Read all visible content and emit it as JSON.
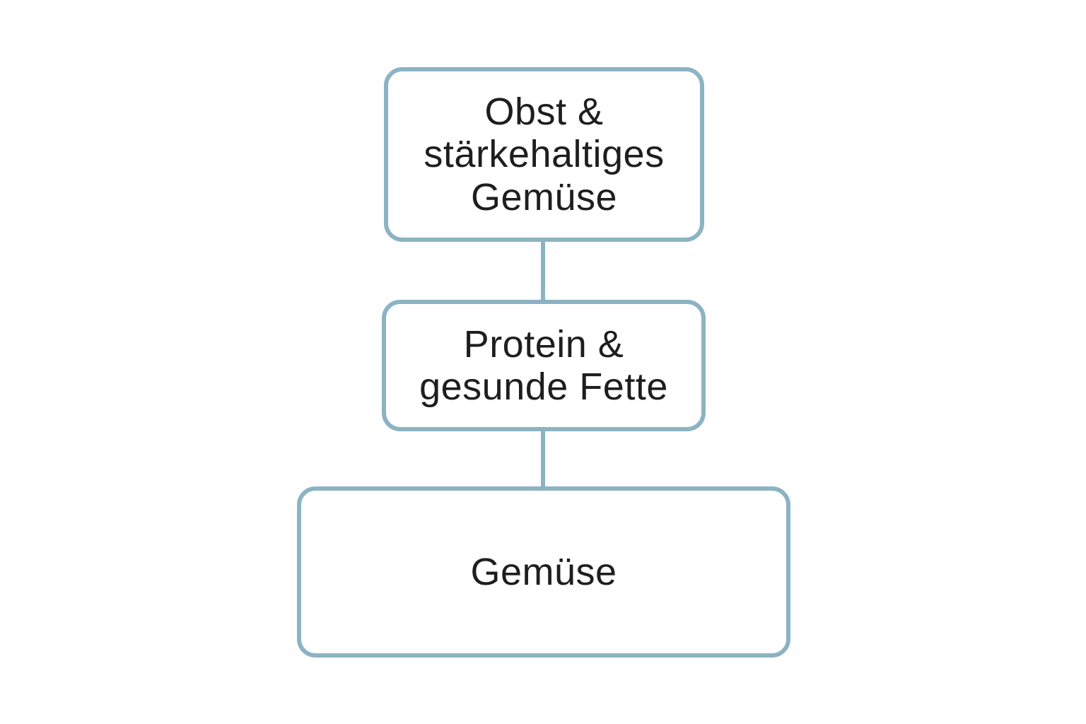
{
  "colors": {
    "accent": "#8cb3c3",
    "text": "#1e1e1e",
    "background": "#ffffff"
  },
  "diagram": {
    "type": "flowchart",
    "direction": "top-to-bottom",
    "nodes": [
      {
        "id": "obst-staerkehaltiges-gemuese",
        "label": "Obst &\nstärkehaltiges\nGemüse"
      },
      {
        "id": "protein-gesunde-fette",
        "label": "Protein &\ngesunde Fette"
      },
      {
        "id": "gemuese",
        "label": "Gemüse"
      }
    ],
    "edges": [
      {
        "from": "obst-staerkehaltiges-gemuese",
        "to": "protein-gesunde-fette"
      },
      {
        "from": "protein-gesunde-fette",
        "to": "gemuese"
      }
    ]
  }
}
